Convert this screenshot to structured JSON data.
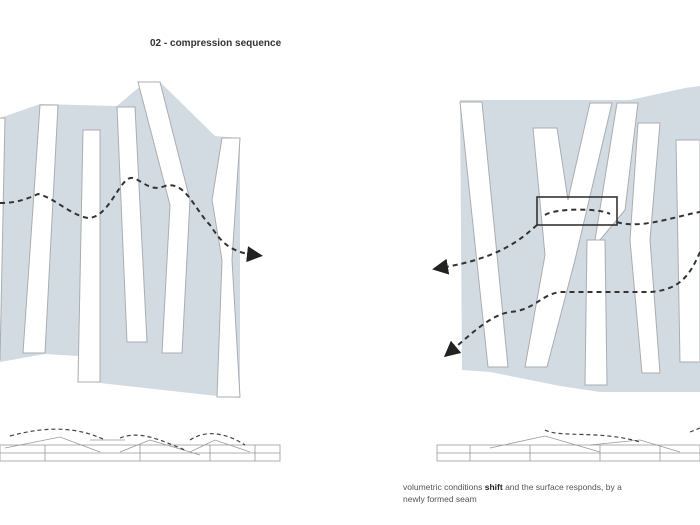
{
  "title": "02 - compression sequence",
  "caption": {
    "line1_pre": "volumetric conditions",
    "line1_bold": "shift",
    "line1_post": "and the surface responds, by a",
    "line2": "newly formed seam"
  },
  "colors": {
    "surface": "#d3dbe2",
    "strip": "#ffffff",
    "outline": "#a9adb1",
    "path": "#333333"
  }
}
